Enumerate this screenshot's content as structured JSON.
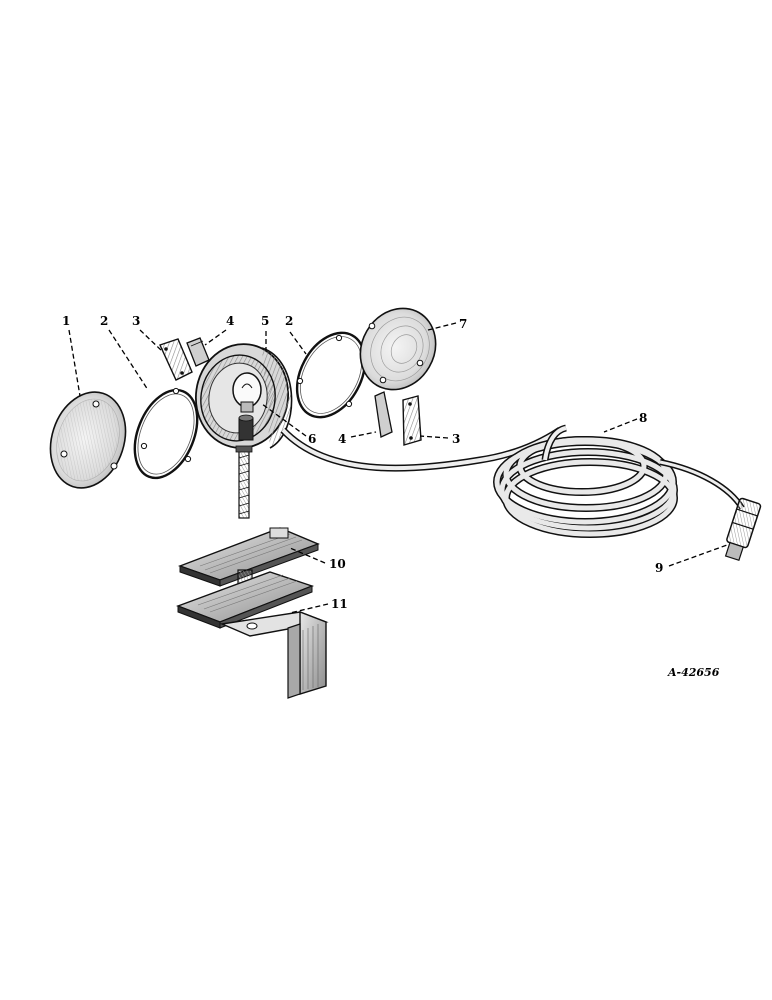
{
  "figure": {
    "reference_number": "A-42656",
    "callouts": [
      "1",
      "2",
      "3",
      "4",
      "5",
      "2",
      "7",
      "6",
      "4",
      "3",
      "8",
      "9",
      "10",
      "11"
    ]
  },
  "colors": {
    "ink": "#111111",
    "background": "#ffffff",
    "shading": "#9a9a9a"
  },
  "parts": [
    {
      "callout": "1",
      "icon": "lens-icon"
    },
    {
      "callout": "2",
      "icon": "gasket-ring-icon"
    },
    {
      "callout": "3",
      "icon": "clip-icon"
    },
    {
      "callout": "4",
      "icon": "clip-icon"
    },
    {
      "callout": "5",
      "icon": "lamp-housing-icon"
    },
    {
      "callout": "6",
      "icon": "bulb-icon"
    },
    {
      "callout": "7",
      "icon": "lens-icon"
    },
    {
      "callout": "8",
      "icon": "cable-coil-icon"
    },
    {
      "callout": "9",
      "icon": "connector-plug-icon"
    },
    {
      "callout": "10",
      "icon": "mounting-plates-icon"
    },
    {
      "callout": "11",
      "icon": "bracket-icon"
    }
  ]
}
